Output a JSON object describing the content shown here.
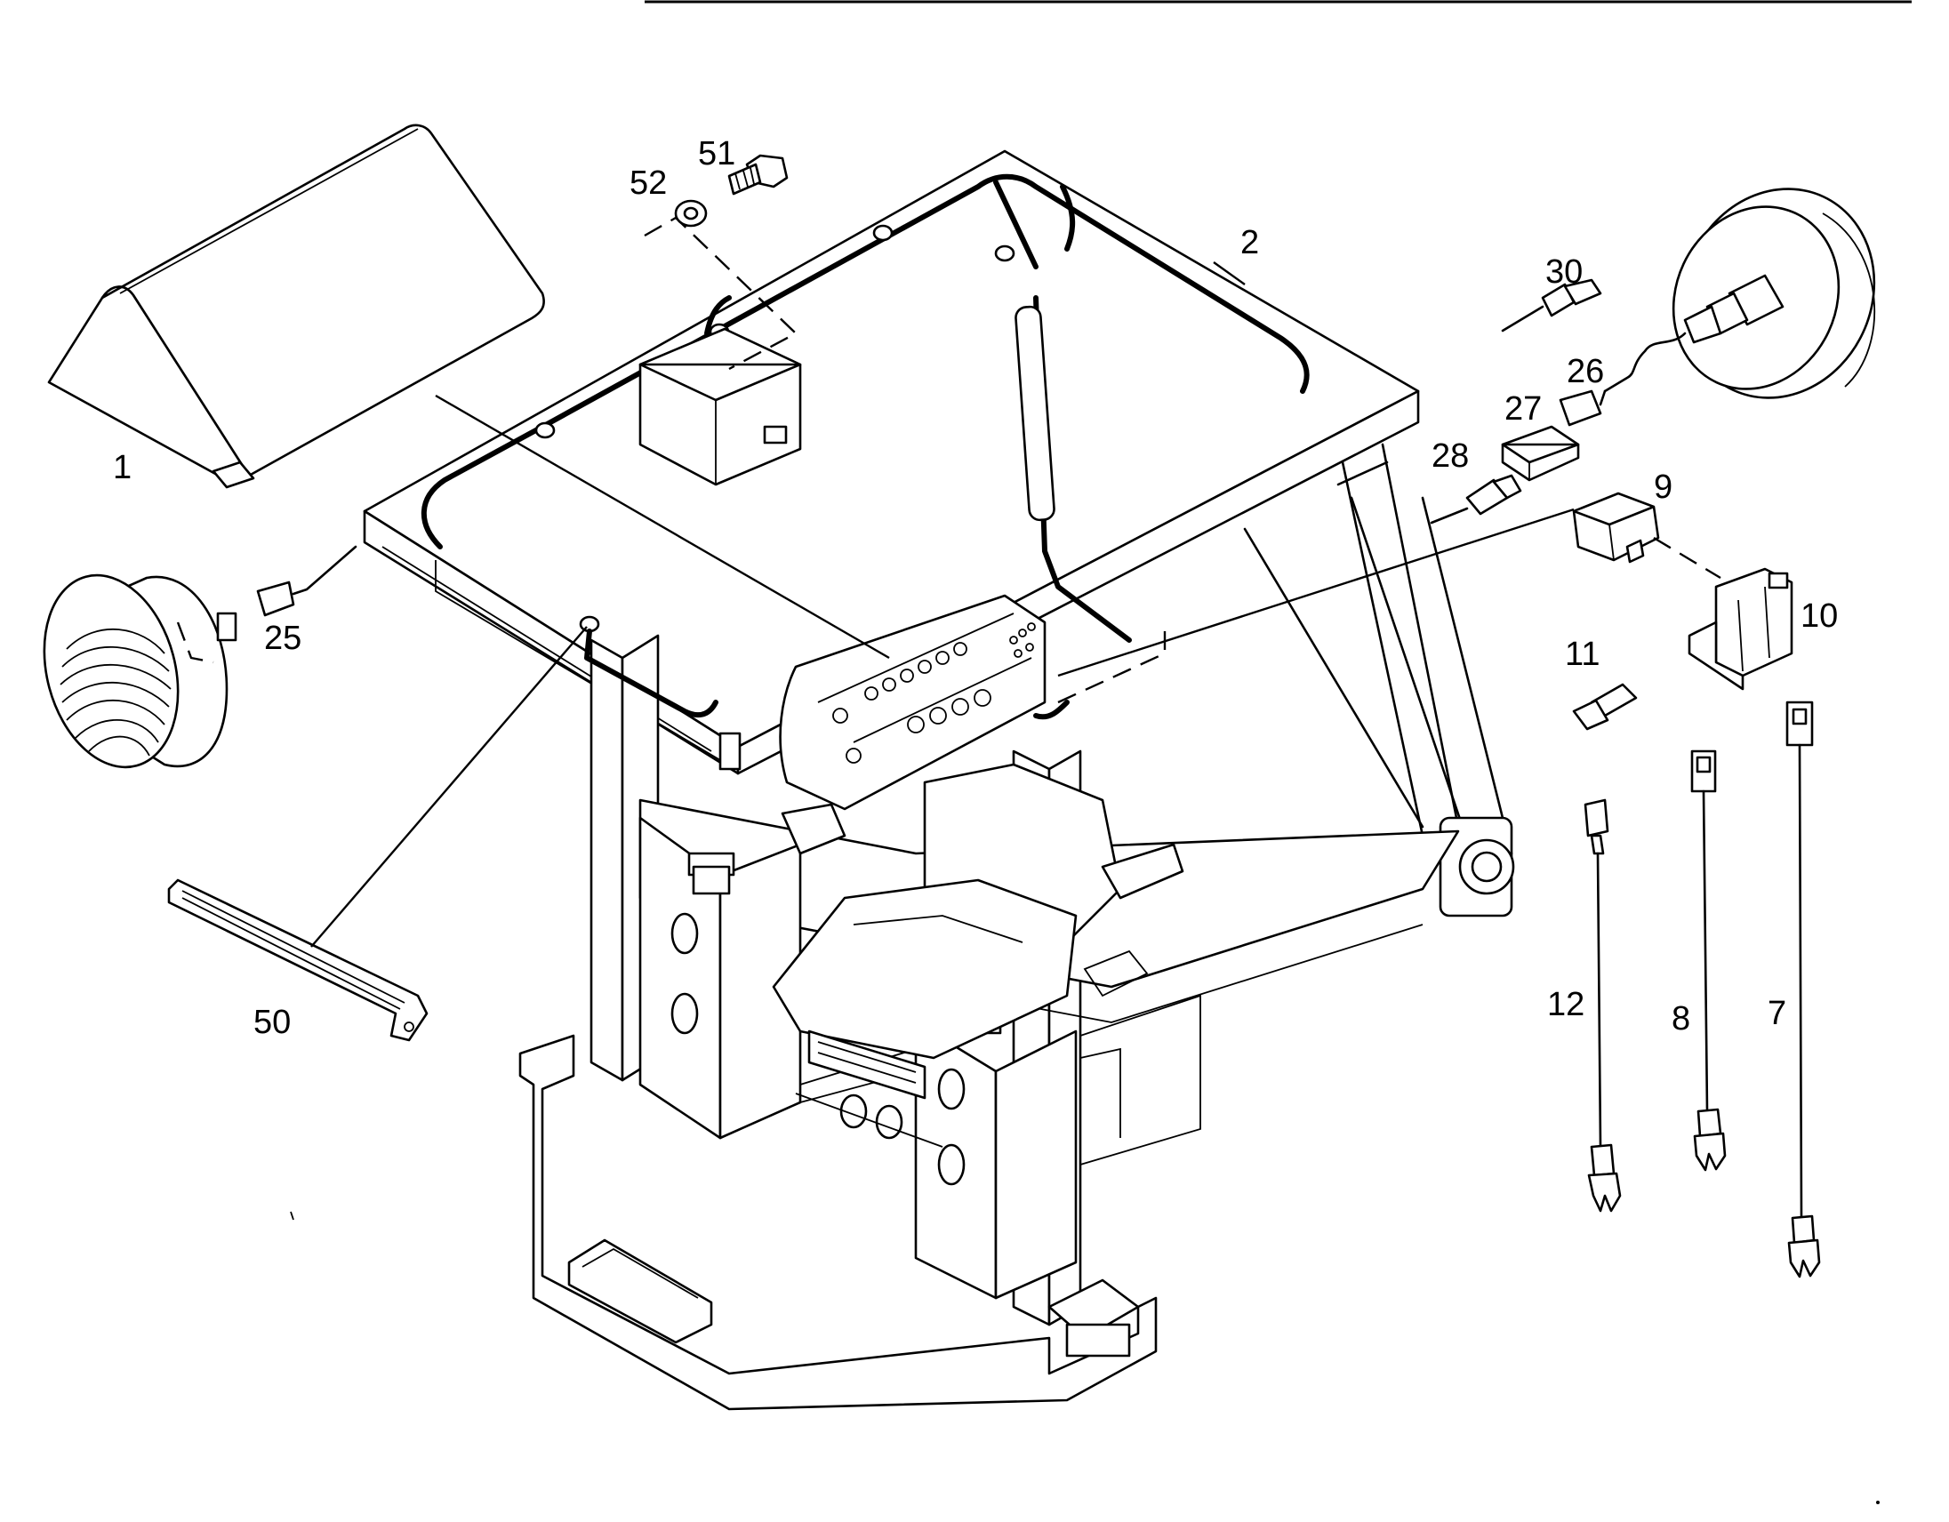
{
  "diagram": {
    "callouts": {
      "c1": "1",
      "c2": "2",
      "c7": "7",
      "c8": "8",
      "c9": "9",
      "c10": "10",
      "c11": "11",
      "c12": "12",
      "c25": "25",
      "c26": "26",
      "c27": "27",
      "c28": "28",
      "c30": "30",
      "c50": "50",
      "c51": "51",
      "c52": "52"
    },
    "line_color": "#000000",
    "background_color": "#ffffff"
  }
}
